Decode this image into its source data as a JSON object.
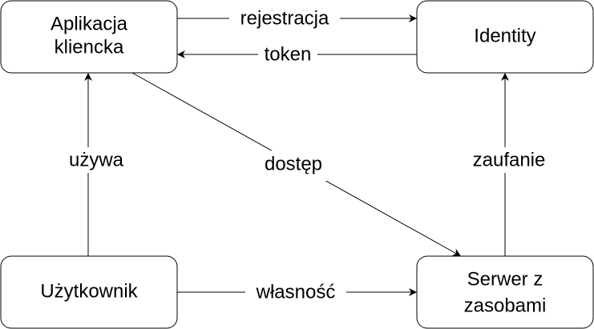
{
  "nodes": {
    "client_app": {
      "line1": "Aplikacja",
      "line2": "kliencka"
    },
    "identity": {
      "label": "Identity"
    },
    "user": {
      "label": "Użytkownik"
    },
    "resource_server": {
      "line1": "Serwer z",
      "line2": "zasobami"
    }
  },
  "edges": {
    "registration": "rejestracja",
    "token": "token",
    "uses": "używa",
    "access": "dostęp",
    "trust": "zaufanie",
    "ownership": "własność"
  },
  "colors": {
    "stroke": "#000000",
    "fill": "#ffffff",
    "text": "#000000"
  }
}
